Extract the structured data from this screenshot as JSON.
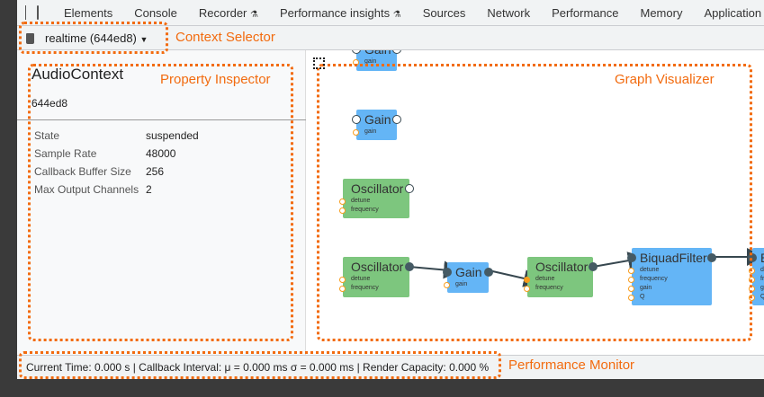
{
  "tabs": [
    "Elements",
    "Console",
    "Recorder",
    "Performance insights",
    "Sources",
    "Network",
    "Performance",
    "Memory",
    "Application"
  ],
  "toolbar": {
    "context": "realtime (644ed8)"
  },
  "inspector": {
    "title": "AudioContext",
    "id": "644ed8",
    "properties": [
      {
        "k": "State",
        "v": "suspended"
      },
      {
        "k": "Sample Rate",
        "v": "48000"
      },
      {
        "k": "Callback Buffer Size",
        "v": "256"
      },
      {
        "k": "Max Output Channels",
        "v": "2"
      }
    ]
  },
  "graph": {
    "nodes": [
      {
        "title": "Gain",
        "params": [
          "gain"
        ]
      },
      {
        "title": "Gain",
        "params": [
          "gain"
        ]
      },
      {
        "title": "Oscillator",
        "params": [
          "detune",
          "frequency"
        ]
      },
      {
        "title": "Oscillator",
        "params": [
          "detune",
          "frequency"
        ]
      },
      {
        "title": "Gain",
        "params": [
          "gain"
        ]
      },
      {
        "title": "Oscillator",
        "params": [
          "detune",
          "frequency"
        ]
      },
      {
        "title": "BiquadFilter",
        "params": [
          "detune",
          "frequency",
          "gain",
          "Q"
        ]
      },
      {
        "title": "BiquadFilter",
        "params": [
          "detune",
          "frequency",
          "gain",
          "Q"
        ]
      }
    ]
  },
  "status": "Current Time: 0.000 s | Callback Interval: μ = 0.000 ms σ = 0.000 ms | Render Capacity: 0.000 %",
  "annotations": {
    "context": "Context Selector",
    "inspector": "Property Inspector",
    "graph": "Graph Visualizer",
    "perf": "Performance Monitor"
  },
  "colors": {
    "annotation": "#f26b0f",
    "source_node": "#7dc67e",
    "processing_node": "#64b5f6",
    "param_port": "#f89c1c"
  }
}
